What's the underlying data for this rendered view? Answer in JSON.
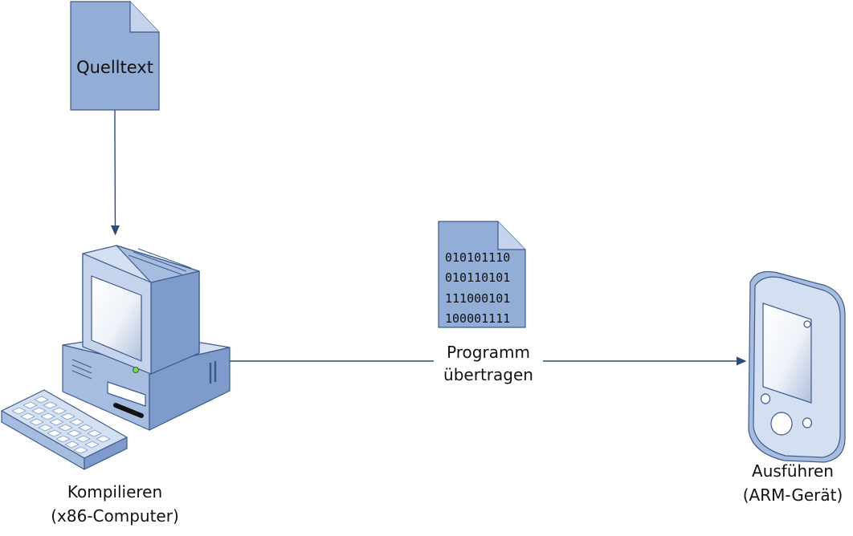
{
  "source_doc": {
    "label": "Quelltext"
  },
  "binary_doc": {
    "lines": [
      "010101110",
      "010110101",
      "111000101",
      "100001111"
    ]
  },
  "transfer_label": {
    "line1": "Programm",
    "line2": "übertragen"
  },
  "compiler": {
    "line1": "Kompilieren",
    "line2": "(x86-Computer)"
  },
  "target": {
    "line1": "Ausführen",
    "line2": "(ARM-Gerät)"
  },
  "colors": {
    "doc_fill": "#93aed6",
    "doc_stroke": "#3e5a8c",
    "arrow": "#2c4a7c",
    "device_light": "#d4e0f1",
    "device_mid": "#a7bde0",
    "device_dark": "#7a97c8",
    "screen": "#ffffff",
    "screen_shade": "#b8c9e6"
  }
}
